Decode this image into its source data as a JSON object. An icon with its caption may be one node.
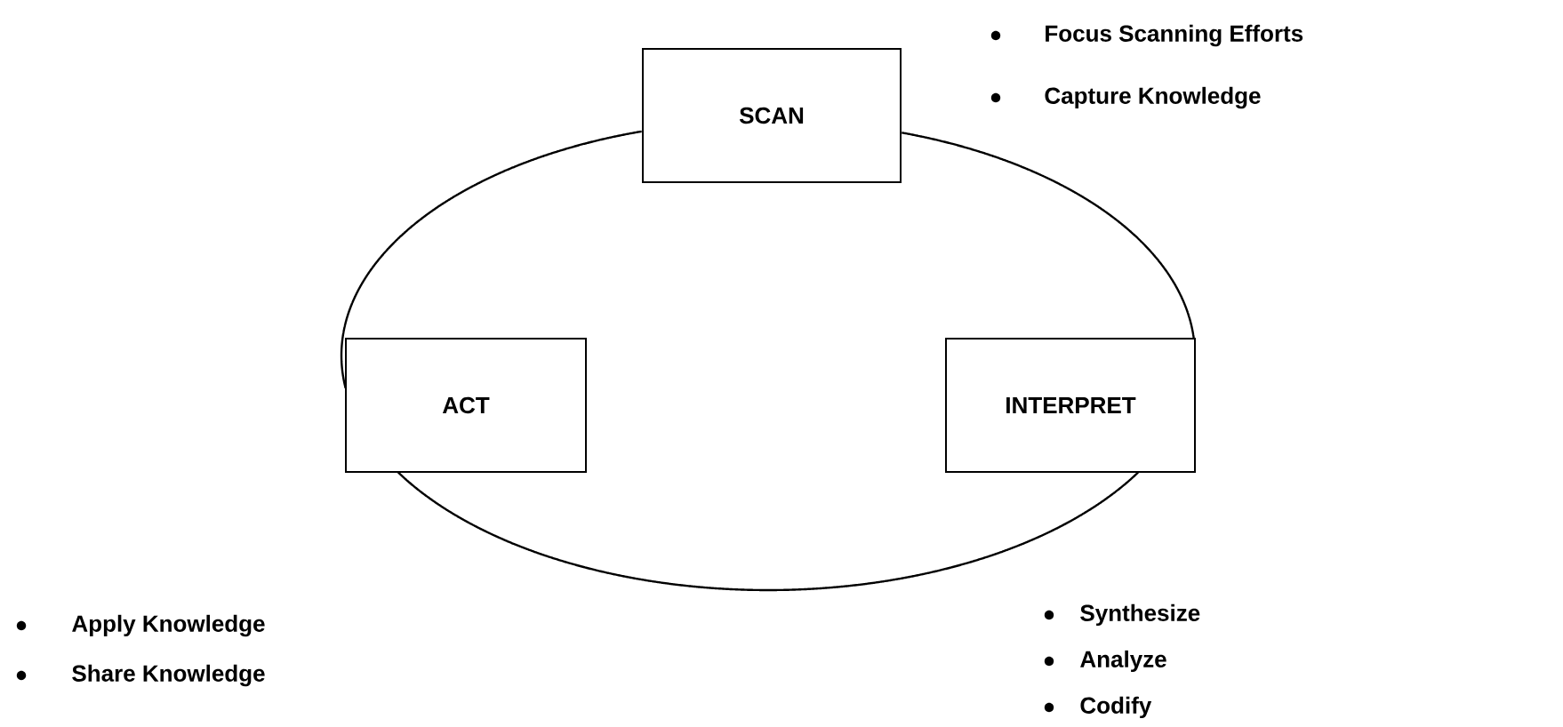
{
  "diagram": {
    "nodes": [
      {
        "text": [
          "SCAN"
        ],
        "beside": [
          "Focus Scanning Efforts",
          "Capture Knowledge"
        ]
      },
      {
        "text": [
          "ACT"
        ],
        "beside": [
          "Apply Knowledge",
          "Share Knowledge"
        ]
      },
      {
        "text": [
          "INTERPRET"
        ],
        "beside": [
          "Synthesize",
          "Analyze",
          "Codify"
        ]
      }
    ],
    "edges": [
      {
        "from": 0,
        "to": 2,
        "arrow": "none"
      },
      {
        "from": 2,
        "to": 1,
        "arrow": "none"
      },
      {
        "from": 1,
        "to": 0,
        "arrow": "none"
      }
    ]
  }
}
